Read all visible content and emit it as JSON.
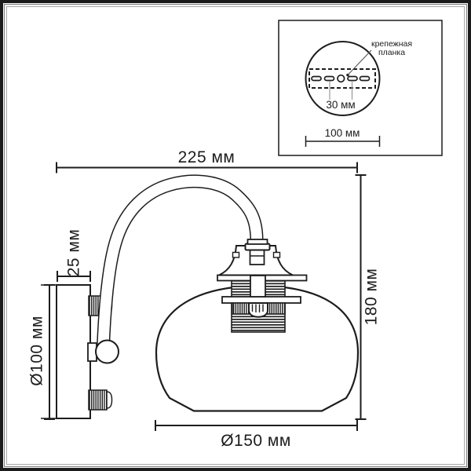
{
  "title": "Wall lamp technical drawing",
  "dimensions": {
    "top_width": "225 мм",
    "right_height": "180 мм",
    "plate_depth": "25 мм",
    "plate_diameter": "Ø100 мм",
    "shade_diameter": "Ø150 мм"
  },
  "inset": {
    "label_line1": "крепежная",
    "label_line2": "планка",
    "slot_spacing": "30 мм",
    "plate_width": "100 мм"
  },
  "colors": {
    "line": "#1d1d1d",
    "dim_gray": "#999999",
    "frame_dark": "#1c1c1c",
    "background": "#ffffff"
  }
}
